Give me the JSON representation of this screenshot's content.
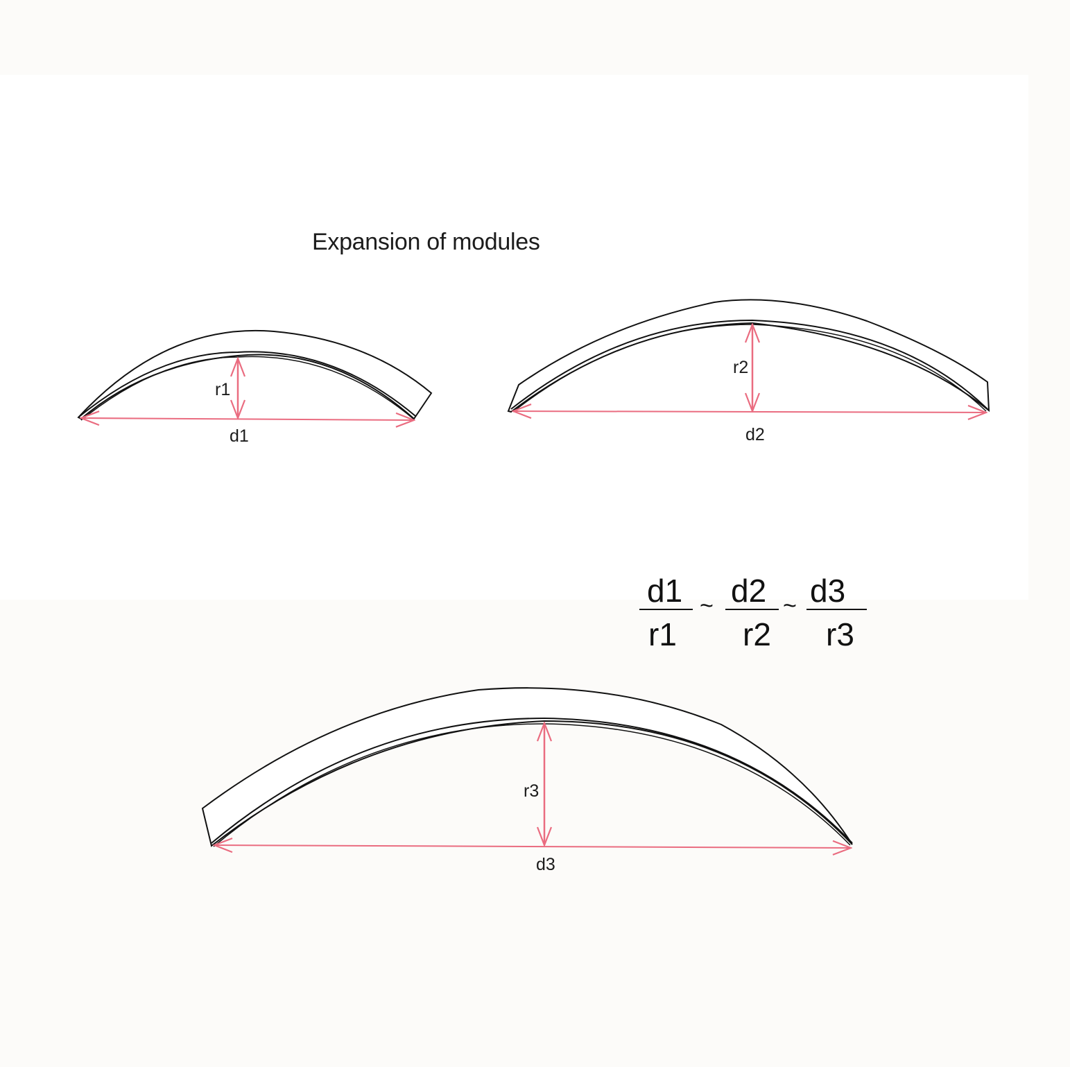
{
  "title": "Expansion of modules",
  "colors": {
    "arrow": "#ea6c80",
    "stroke": "#111111",
    "background": "#fcfbf9"
  },
  "modules": [
    {
      "id": "module-1",
      "width_label": "d1",
      "height_label": "r1"
    },
    {
      "id": "module-2",
      "width_label": "d2",
      "height_label": "r2"
    },
    {
      "id": "module-3",
      "width_label": "d3",
      "height_label": "r3"
    }
  ],
  "equation": {
    "fractions": [
      {
        "numerator": "d1",
        "denominator": "r1"
      },
      {
        "numerator": "d2",
        "denominator": "r2"
      },
      {
        "numerator": "d3",
        "denominator": "r3"
      }
    ],
    "relation": "~"
  }
}
